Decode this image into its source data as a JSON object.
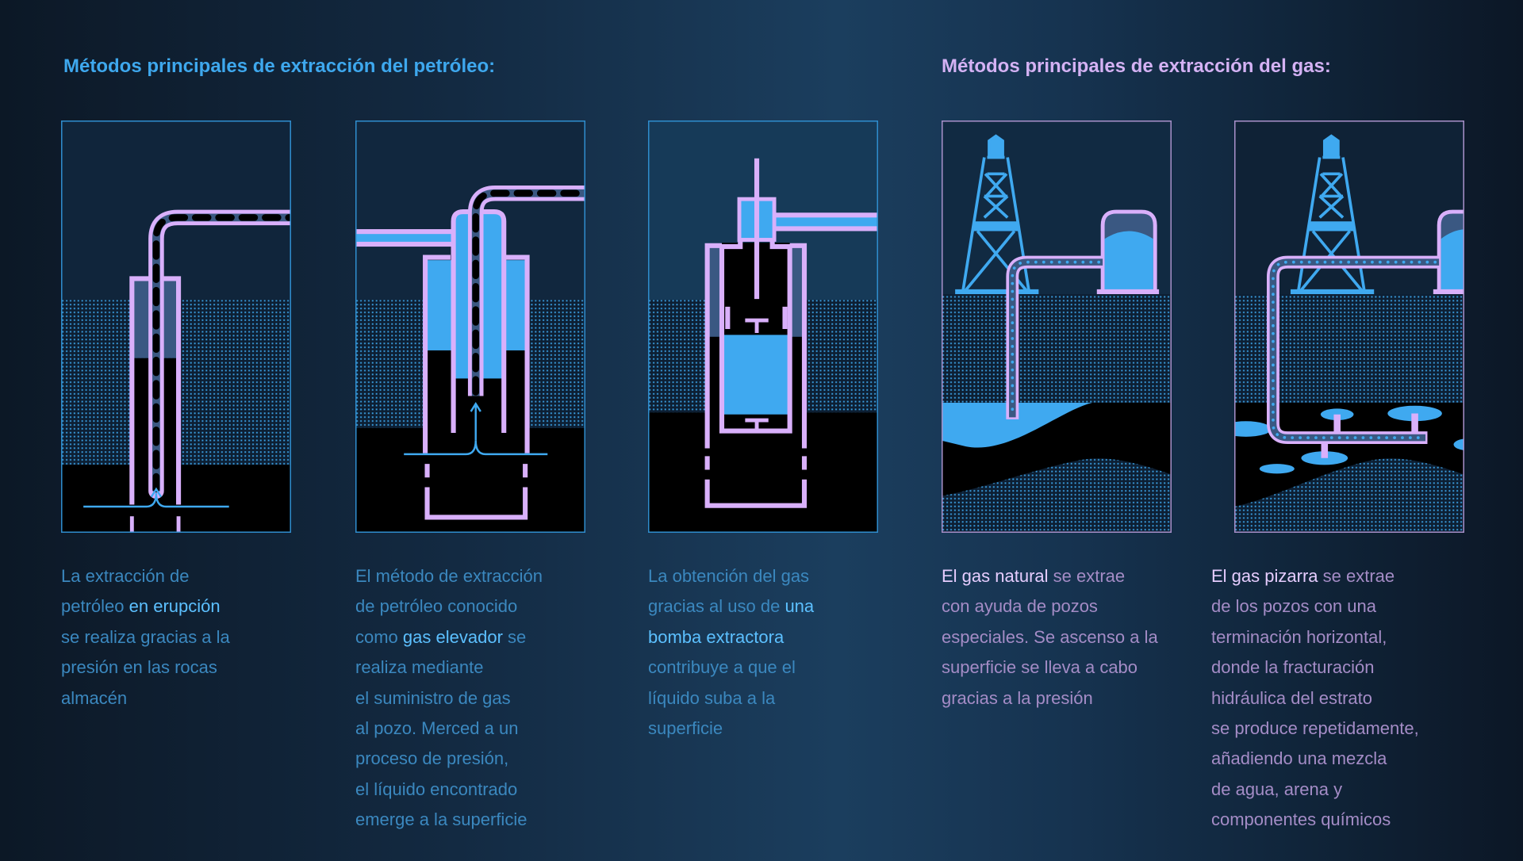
{
  "oil": {
    "title": "Métodos principales de extracción del petróleo:",
    "panels": [
      {
        "before": "La extracción de\npetróleo ",
        "highlight": "en erupción",
        "after": "\nse realiza gracias a la\npresión en las rocas\nalmacén"
      },
      {
        "before": "El método de extracción\nde petróleo conocido\ncomo ",
        "highlight": "gas elevador",
        "after": " se\nrealiza mediante\nel suministro de gas\nal pozo. Merced a un\nproceso de presión,\nel líquido encontrado\nemerge a la superficie"
      },
      {
        "before": "La obtención del gas\ngracias al uso de ",
        "highlight": "una\nbomba extractora",
        "after": "\ncontribuye a que el\nlíquido suba a la\nsuperficie"
      }
    ]
  },
  "gas": {
    "title": "Métodos principales de extracción del gas:",
    "panels": [
      {
        "before": "",
        "highlight": "El gas natural",
        "after": " se extrae\ncon ayuda de pozos\nespeciales. Se ascenso a la\nsuperficie se lleva a cabo\ngracias a la presión"
      },
      {
        "before": "",
        "highlight": "El gas pizarra",
        "after": " se extrae\nde los pozos con una\nterminación horizontal,\ndonde la fracturación\nhidráulica del estrato\nse produce repetidamente,\nañadiendo una mezcla\nde agua, arena y\ncomponentes químicos"
      }
    ]
  },
  "colors": {
    "oil_accent": "#3ea8ee",
    "gas_accent": "#d4b2f4",
    "pipe": "#d9b0fb",
    "fluid": "#3fa9f0",
    "rock": "#000000"
  }
}
